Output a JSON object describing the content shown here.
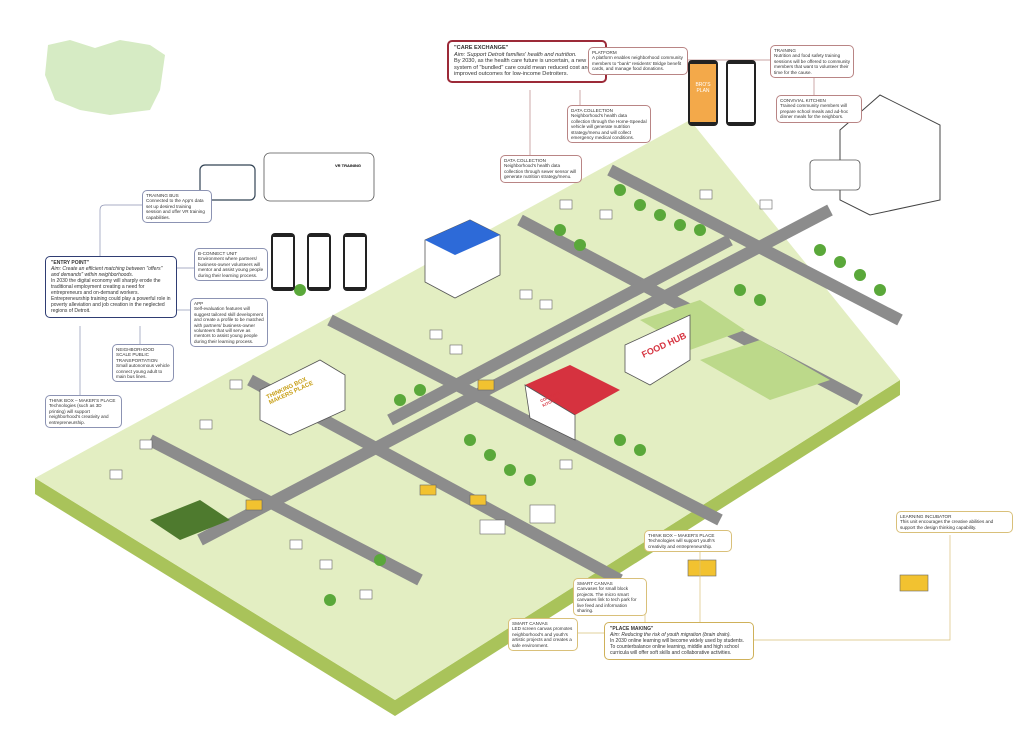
{
  "callouts": {
    "care_exchange": {
      "title": "\"CARE EXCHANGE\"",
      "aim": "Aim: Support Detroit families' health and nutrition.",
      "body": "By 2030, as the health care future is uncertain, a new system of \"bundled\" care could mean reduced cost and improved outcomes for low-income Detroiters."
    },
    "platform": {
      "title": "PLATFORM",
      "body": "A platform enables neighborhood community members to \"bank\" residents' Bridge benefit cards, and manage food donations."
    },
    "training": {
      "title": "TRAINING",
      "body": "Nutrition and food safety training sessions will be offered to community members that want to volunteer their time for the cause."
    },
    "convivial_kitchen": {
      "title": "CONVIVIAL KITCHEN",
      "body": "Trained community members will prepare school meals and ad-hoc dinner meals for the neighbors."
    },
    "data_collection_1": {
      "title": "DATA COLLECTION",
      "body": "Neighborhood's health data collection through the Home-Speedal vehicle will generate nutrition strategy/menu and will collect emergency medical conditions."
    },
    "data_collection_2": {
      "title": "DATA COLLECTION",
      "body": "Neighborhood's health data collection through sewer sensor will generate nutrition strategy/menu."
    },
    "training_bus": {
      "title": "TRAINING BUS",
      "body": "Connected to the App's data set up desired training session and offer VR training capabilities."
    },
    "b_connect_unit": {
      "title": "B-CONNECT UNIT",
      "body": "Environment where partners/ business-owner volunteers will mentor and assist young people during their learning process."
    },
    "entry_point": {
      "title": "\"ENTRY POINT\"",
      "aim": "Aim: Create an efficient matching between \"offers\" and demands\" within neighborhoods.",
      "body": "In 2030 the digital economy will sharply erode the traditional employment creating a need for entrepreneurs and on-demand workers. Entrepreneurship training could play a powerful role in poverty alleviation and job creation in the neglected regions of Detroit."
    },
    "app": {
      "title": "APP",
      "body": "Self-evaluation features will suggest tailored skill development and create a profile to be matched with partners/ business-owner volunteers that will serve as mentors to assist young people during their learning process."
    },
    "transport": {
      "title": "NEIGHBORHOOD SCALE PUBLIC TRANSPORTATION",
      "body": "Small autonomous vehicle connect young adult to main bus lines."
    },
    "think_box_1": {
      "title": "THINK BOX – MAKER'S PLACE",
      "body": "Technologies (such as 3D printing) will support neighborhood's creativity and entrepreneurship."
    },
    "think_box_2": {
      "title": "THINK BOX – MAKER'S PLACE",
      "body": "Technologies will support youth's creativity and entrepreneurship."
    },
    "smart_canvas_1": {
      "title": "SMART CANVAS",
      "body": "Canvases for small block projects. The micro smart canvases link to tech park for live feed and information sharing."
    },
    "smart_canvas_2": {
      "title": "SMART CANVAS",
      "body": "LED screen canvas promotes neighborhood's and youth's artistic projects and creates a safe environment."
    },
    "place_making": {
      "title": "\"PLACE MAKING\"",
      "aim": "Aim: Reducing the risk of youth migration (brain drain).",
      "body": "In 2030 online learning will become widely used by students. To counterbalance online learning, middle and high school curricula will offer soft skills and collaborative activities."
    },
    "learning_incubator": {
      "title": "LEARNING INCUBATOR",
      "body": "This unit encourages the creative abilities and support the design thinking capability."
    }
  },
  "buildings": {
    "b_connect": "B-CONNECTUNIT",
    "food_hub": "FOOD HUB",
    "kitchen": "CONVIVIAL KITCHEN",
    "thinking_box": "THINKING BOX MAKERS PLACE",
    "vr_training": "VR TRAINING",
    "phone_plan": "BRO'S PLAN"
  },
  "colors": {
    "ground": "#d8e8b0",
    "side": "#a9c35a",
    "road": "#8c8c8c",
    "tree": "#5aa83a",
    "care": "#9c2a38",
    "entry": "#2f3d73",
    "place": "#cfb15a"
  }
}
